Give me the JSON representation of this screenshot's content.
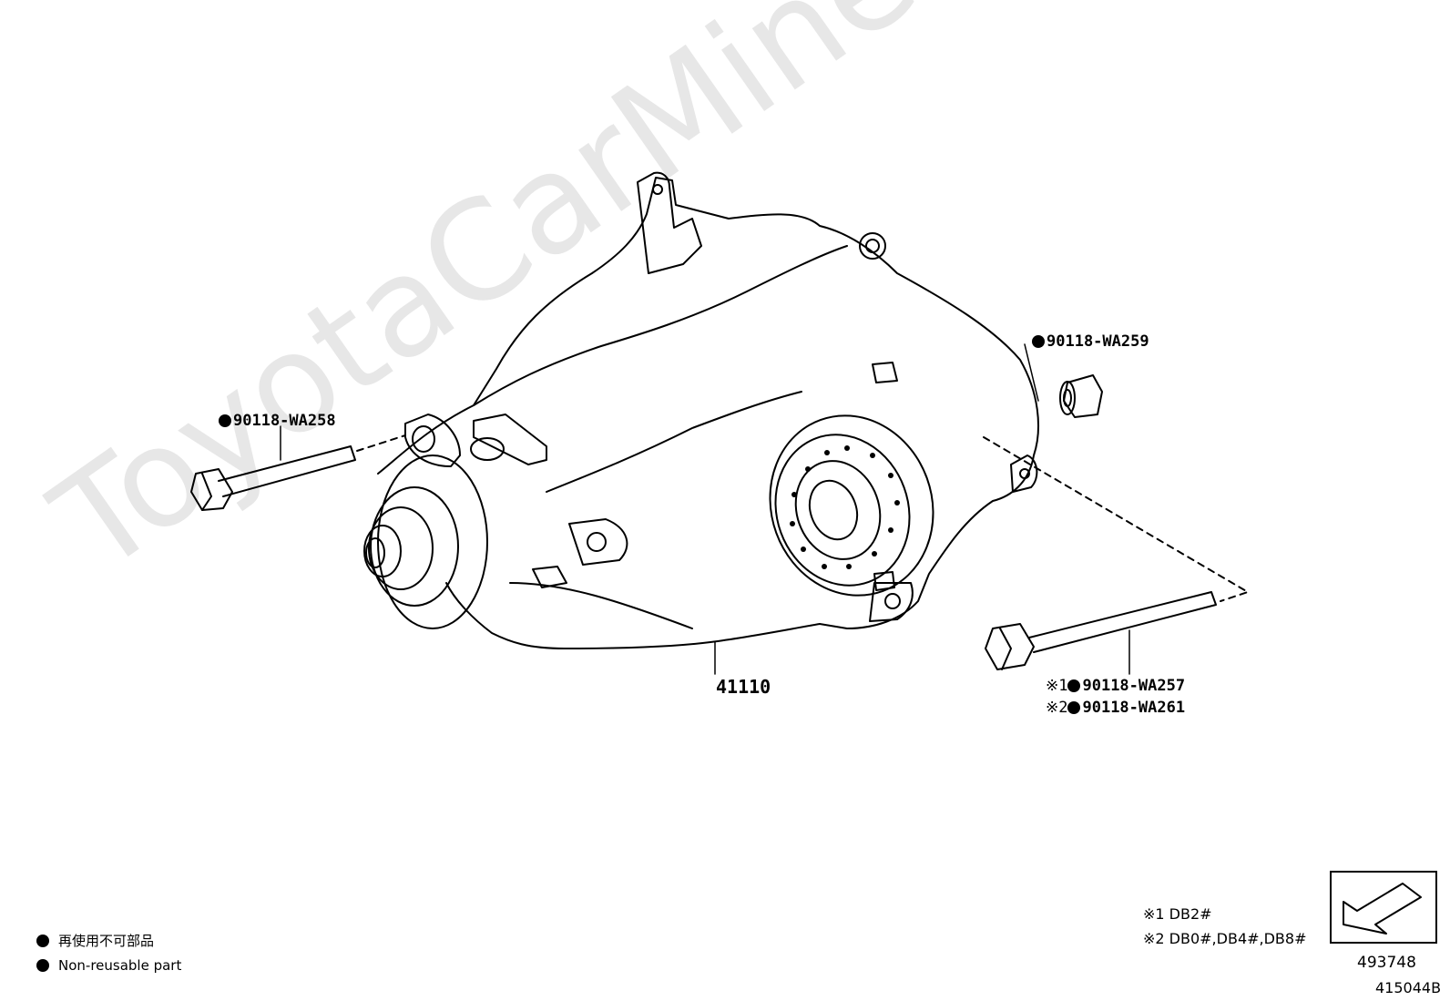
{
  "watermark": "ToyotaCarMine.ru",
  "parts": {
    "main": "41110",
    "bolt_left": "90118-WA258",
    "nut_right": "90118-WA259",
    "bolt_right_1": "90118-WA257",
    "bolt_right_1_mark": "※1",
    "bolt_right_2": "90118-WA261",
    "bolt_right_2_mark": "※2"
  },
  "legend": {
    "ja": "再使用不可部品",
    "en": "Non-reusable part"
  },
  "footnotes": {
    "note1": "※1 DB2#",
    "note2": "※2 DB0#,DB4#,DB8#"
  },
  "ref_number": "493748",
  "figure_code": "415044B",
  "colors": {
    "line": "#000000",
    "watermark": "#e7e7e7"
  }
}
